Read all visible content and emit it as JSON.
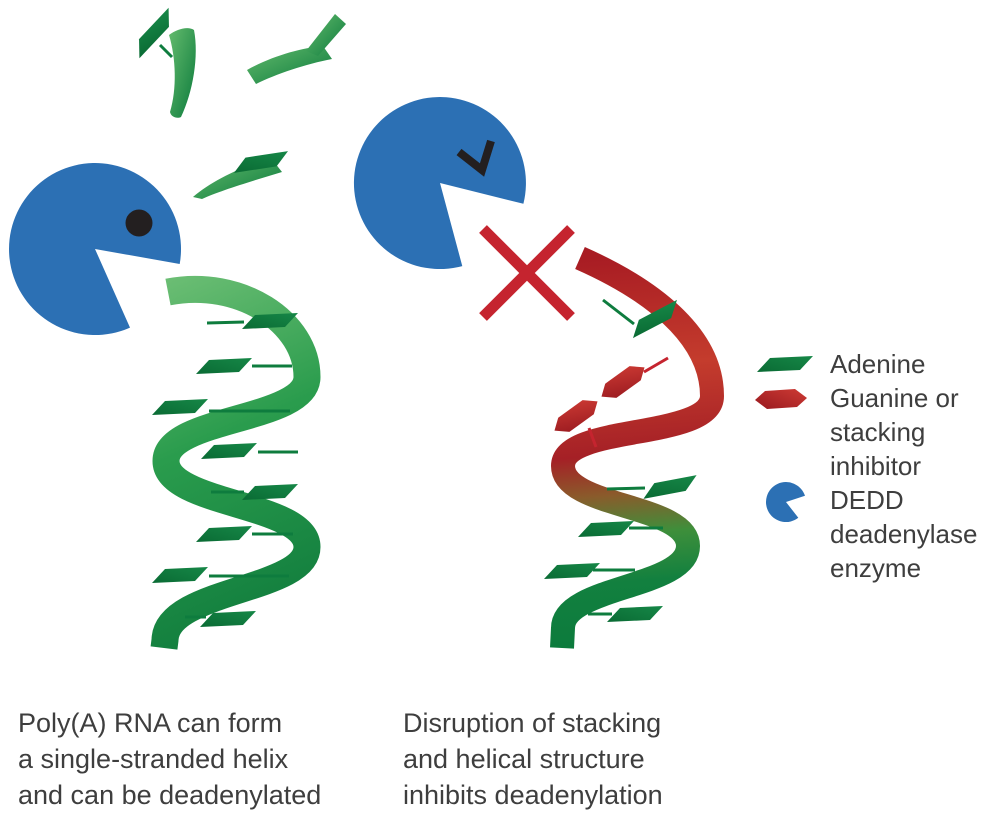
{
  "captions": {
    "left_lines": [
      "Poly(A) RNA can form",
      "a single-stranded helix",
      "and can be deadenylated"
    ],
    "right_lines": [
      "Disruption of stacking",
      "and helical structure",
      "inhibits deadenylation"
    ]
  },
  "legend": {
    "items": [
      {
        "icon": "adenine-parallelogram-icon",
        "color": "#0e7c3e",
        "label_lines": [
          "Adenine"
        ]
      },
      {
        "icon": "guanine-inhibitor-hexagon-icon",
        "color": "#c0232c",
        "label_lines": [
          "Guanine or",
          "stacking",
          "inhibitor"
        ]
      },
      {
        "icon": "dedd-enzyme-pacman-icon",
        "color": "#2c70b4",
        "label_lines": [
          "DEDD",
          "deadenylase",
          "enzyme"
        ]
      }
    ]
  },
  "colors": {
    "enzyme_blue": "#2c70b4",
    "enzyme_eye_black": "#231f20",
    "adenine_green_dark": "#0e7c3e",
    "ribbon_green_light": "#66bc6f",
    "ribbon_green_dark": "#0b7a3c",
    "ribbon_red": "#b12025",
    "inhibitor_red": "#c5242f",
    "text_gray": "#3e3e3e",
    "background": "#ffffff"
  }
}
